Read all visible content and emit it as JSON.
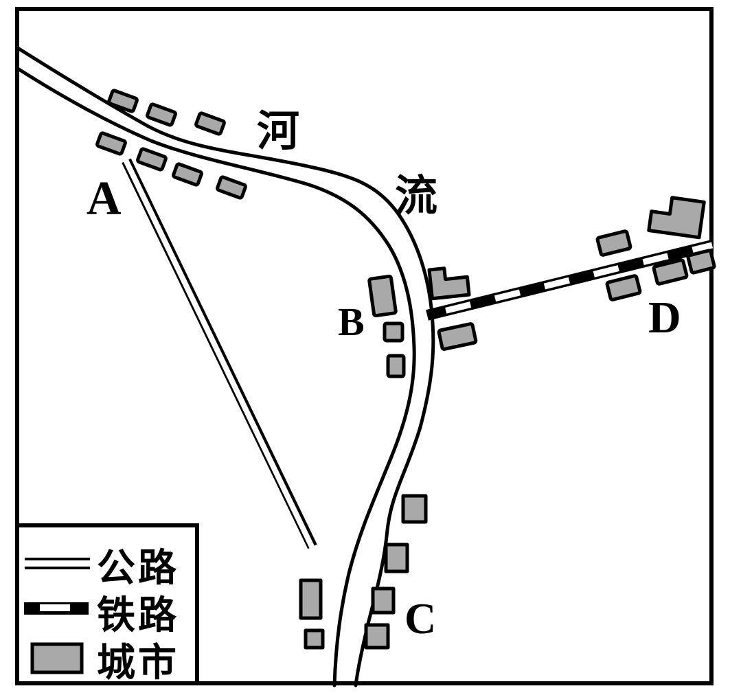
{
  "labels": {
    "river_word_part1": "河",
    "river_word_part2": "流",
    "city_a": "A",
    "city_b": "B",
    "city_c": "C",
    "city_d": "D"
  },
  "legend": {
    "items": [
      {
        "id": "road",
        "label": "公路"
      },
      {
        "id": "railway",
        "label": "铁路"
      },
      {
        "id": "city",
        "label": "城市"
      }
    ]
  },
  "colors": {
    "building_fill": "#a9a9a9",
    "ink": "#000000",
    "background": "#ffffff"
  }
}
